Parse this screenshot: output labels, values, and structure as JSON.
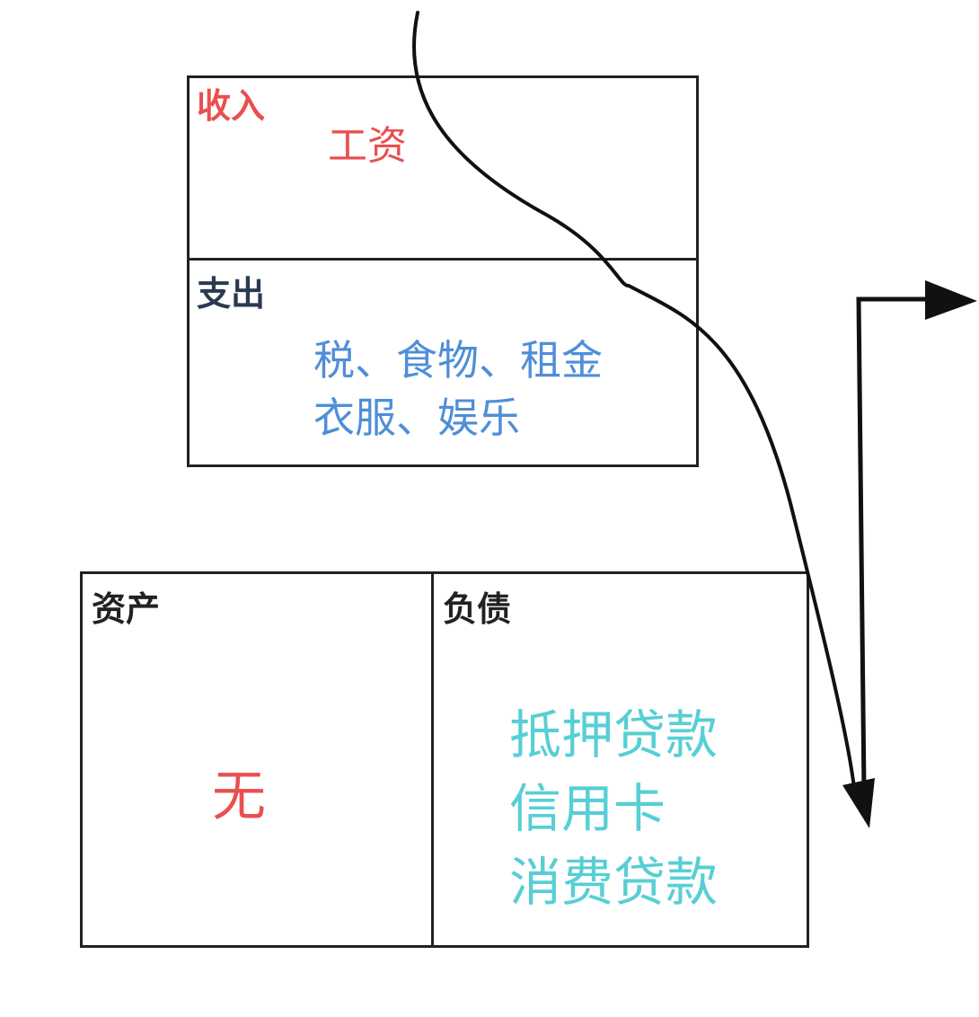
{
  "colors": {
    "income": "#e8504f",
    "expense_label": "#2b3a52",
    "expense_items": "#4f8ed8",
    "asset_label": "#222222",
    "asset_value": "#e8504f",
    "liability_label": "#222222",
    "liability_items": "#57cfd4",
    "line": "#111111"
  },
  "income": {
    "label": "收入",
    "item": "工资"
  },
  "expense": {
    "label": "支出",
    "line1": "税、食物、租金",
    "line2": "衣服、娱乐"
  },
  "assets": {
    "label": "资产",
    "value": "无"
  },
  "liabilities": {
    "label": "负债",
    "items": [
      "抵押贷款",
      "信用卡",
      "消费贷款"
    ]
  },
  "icons": {
    "flow_arrow": "down-arrow-icon",
    "bracket_arrow": "right-arrow-icon"
  }
}
